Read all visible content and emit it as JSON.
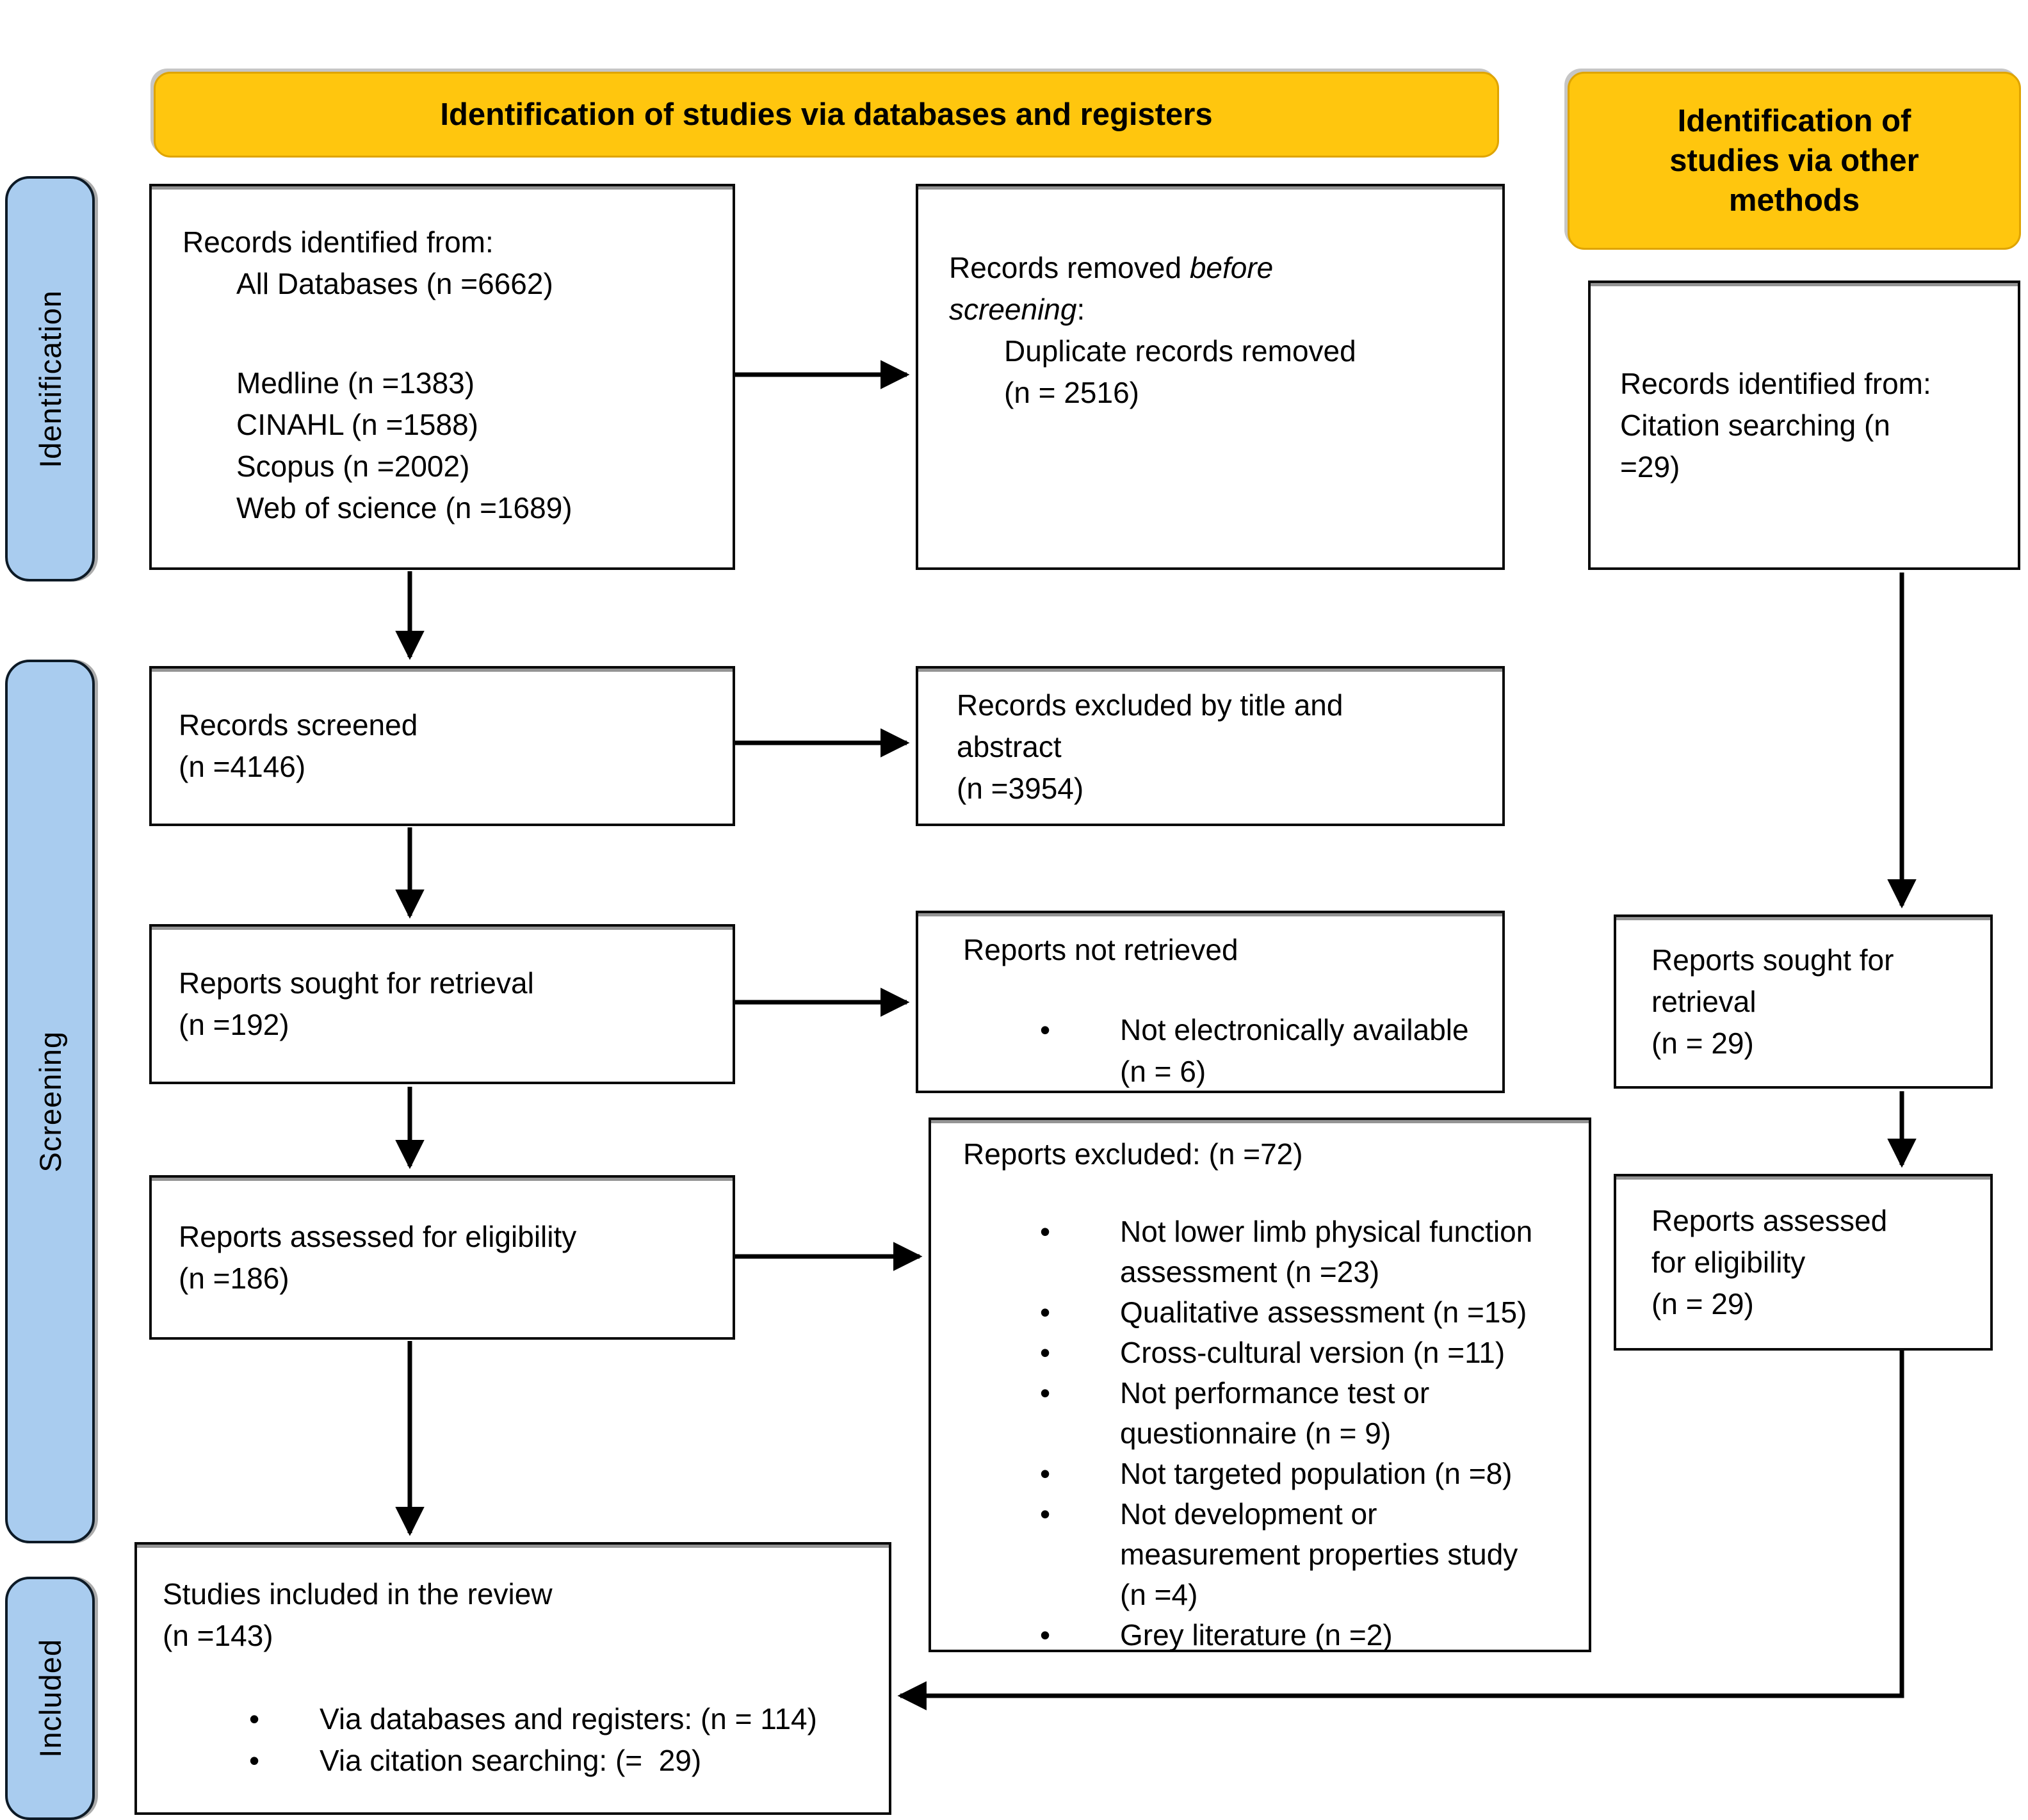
{
  "colors": {
    "banner_yellow": "#FFC60E",
    "sidebar_blue": "#A9CCEF",
    "line_black": "#000000"
  },
  "banners": {
    "databases_registers": "Identification of studies via databases and registers",
    "other_methods_lines": [
      "Identification of",
      "studies via other",
      "methods"
    ]
  },
  "sidebar": {
    "identification": "Identification",
    "screening": "Screening",
    "included": "Included"
  },
  "boxes": {
    "records_identified": {
      "title": "Records identified from:",
      "all_databases": "All Databases (n =6662)",
      "sources": [
        "Medline (n =1383)",
        "CINAHL (n =1588)",
        "Scopus (n =2002)",
        "Web of science (n =1689)"
      ]
    },
    "records_removed": {
      "line1_normal": "Records removed ",
      "line1_italic": "before",
      "line2_italic": "screening",
      "line2_normal": ":",
      "detail_lines": [
        "Duplicate records removed",
        "(n = 2516)"
      ]
    },
    "citation_records": {
      "lines": [
        "Records identified from:",
        "Citation searching (n",
        "=29)"
      ]
    },
    "records_screened": {
      "lines": [
        "Records screened",
        "(n =4146)"
      ]
    },
    "records_excluded": {
      "lines": [
        "Records excluded by title and",
        "abstract",
        "(n =3954)"
      ]
    },
    "reports_sought": {
      "lines": [
        "Reports sought for retrieval",
        "(n =192)"
      ]
    },
    "reports_not_retrieved": {
      "title": "Reports not retrieved",
      "bullet_lines": [
        "Not electronically available",
        "(n = 6)"
      ]
    },
    "reports_assessed": {
      "lines": [
        "Reports assessed for eligibility",
        "(n =186)"
      ]
    },
    "reports_excluded": {
      "title": "Reports excluded: (n =72)",
      "bullets": [
        [
          "Not lower limb physical function",
          "assessment (n =23)"
        ],
        [
          "Qualitative assessment (n =15)"
        ],
        [
          "Cross-cultural version (n =11)"
        ],
        [
          "Not performance test or",
          "questionnaire (n = 9)"
        ],
        [
          "Not targeted population (n =8)"
        ],
        [
          "Not development or",
          "measurement properties study",
          "(n =4)"
        ],
        [
          "Grey literature (n =2)"
        ]
      ]
    },
    "citation_reports_sought": {
      "lines": [
        "Reports sought for",
        "retrieval",
        "(n = 29)"
      ]
    },
    "citation_reports_assessed": {
      "lines": [
        "Reports assessed",
        "for eligibility",
        "(n = 29)"
      ]
    },
    "studies_included": {
      "title_lines": [
        "Studies included in the review",
        "(n =143)"
      ],
      "bullets": [
        "Via databases and registers: (n = 114)",
        "Via citation searching: (=  29)"
      ]
    }
  }
}
